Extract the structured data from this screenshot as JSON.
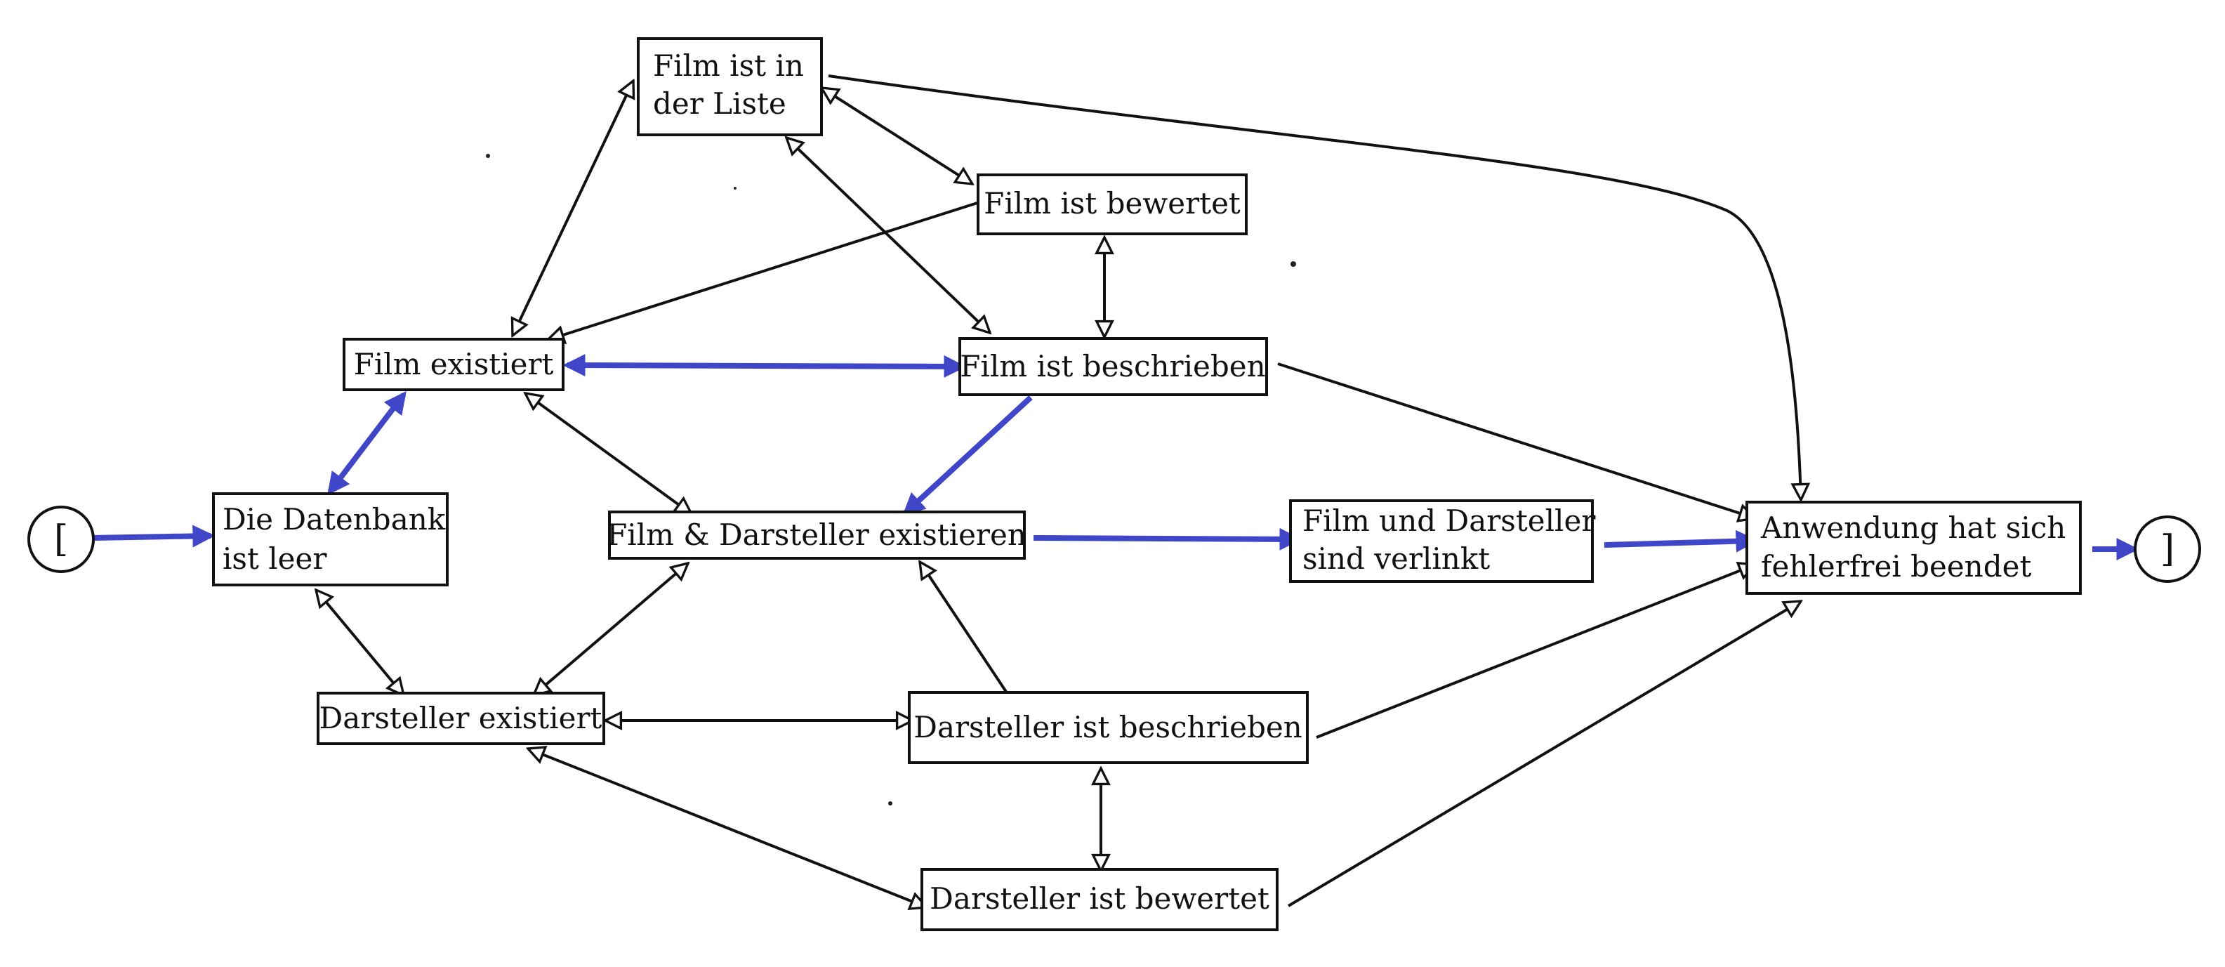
{
  "colors": {
    "main_path": "#3f46c8",
    "edge": "#111111",
    "box_border": "#111111",
    "background": "#ffffff"
  },
  "terminals": {
    "start": "[",
    "end": "]"
  },
  "nodes": {
    "db_empty": [
      "Die Datenbank",
      "ist leer"
    ],
    "film_exists": [
      "Film existiert"
    ],
    "film_in_list": [
      "Film ist in",
      "der Liste"
    ],
    "film_rated": [
      "Film ist bewertet"
    ],
    "film_described": [
      "Film ist beschrieben"
    ],
    "film_actor_exist": [
      "Film & Darsteller existieren"
    ],
    "film_actor_linked": [
      "Film und Darsteller",
      "sind verlinkt"
    ],
    "app_ended": [
      "Anwendung hat sich",
      "fehlerfrei beendet"
    ],
    "actor_exists": [
      "Darsteller existiert"
    ],
    "actor_described": [
      "Darsteller ist beschrieben"
    ],
    "actor_rated": [
      "Darsteller ist bewertet"
    ]
  },
  "edges": [
    {
      "from": "start",
      "to": "db_empty",
      "kind": "main",
      "direction": "forward"
    },
    {
      "from": "db_empty",
      "to": "film_exists",
      "kind": "main",
      "direction": "both"
    },
    {
      "from": "film_exists",
      "to": "film_described",
      "kind": "main",
      "direction": "both"
    },
    {
      "from": "film_described",
      "to": "film_actor_exist",
      "kind": "main",
      "direction": "forward"
    },
    {
      "from": "film_actor_exist",
      "to": "film_actor_linked",
      "kind": "main",
      "direction": "forward"
    },
    {
      "from": "film_actor_linked",
      "to": "app_ended",
      "kind": "main",
      "direction": "forward"
    },
    {
      "from": "app_ended",
      "to": "end",
      "kind": "main",
      "direction": "forward"
    },
    {
      "from": "film_exists",
      "to": "film_in_list",
      "kind": "normal",
      "direction": "both"
    },
    {
      "from": "film_in_list",
      "to": "film_rated",
      "kind": "normal",
      "direction": "both"
    },
    {
      "from": "film_in_list",
      "to": "film_described",
      "kind": "normal",
      "direction": "both"
    },
    {
      "from": "film_rated",
      "to": "film_exists",
      "kind": "normal",
      "direction": "forward"
    },
    {
      "from": "film_rated",
      "to": "film_described",
      "kind": "normal",
      "direction": "both"
    },
    {
      "from": "film_in_list",
      "to": "app_ended",
      "kind": "normal",
      "direction": "forward"
    },
    {
      "from": "film_described",
      "to": "app_ended",
      "kind": "normal",
      "direction": "forward"
    },
    {
      "from": "film_exists",
      "to": "film_actor_exist",
      "kind": "normal",
      "direction": "both"
    },
    {
      "from": "db_empty",
      "to": "actor_exists",
      "kind": "normal",
      "direction": "both"
    },
    {
      "from": "actor_exists",
      "to": "film_actor_exist",
      "kind": "normal",
      "direction": "both"
    },
    {
      "from": "actor_exists",
      "to": "actor_described",
      "kind": "normal",
      "direction": "both"
    },
    {
      "from": "actor_exists",
      "to": "actor_rated",
      "kind": "normal",
      "direction": "both"
    },
    {
      "from": "actor_described",
      "to": "film_actor_exist",
      "kind": "normal",
      "direction": "forward"
    },
    {
      "from": "actor_described",
      "to": "actor_rated",
      "kind": "normal",
      "direction": "both"
    },
    {
      "from": "actor_described",
      "to": "app_ended",
      "kind": "normal",
      "direction": "forward"
    },
    {
      "from": "actor_rated",
      "to": "app_ended",
      "kind": "normal",
      "direction": "forward"
    }
  ]
}
